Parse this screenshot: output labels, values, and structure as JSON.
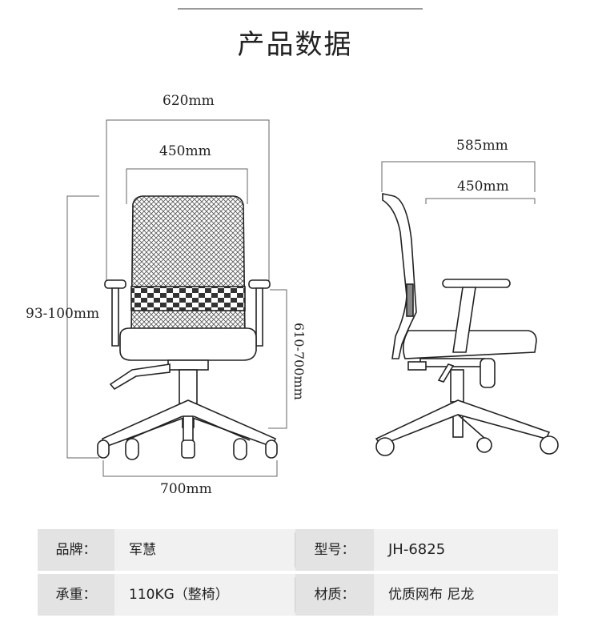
{
  "header": {
    "title": "产品数据"
  },
  "dimensions": {
    "front_total_width": "620mm",
    "front_back_width": "450mm",
    "front_height": "93-100mm",
    "front_seat_height": "610-700mm",
    "front_base_width": "700mm",
    "side_depth": "585mm",
    "side_seat_depth": "450mm"
  },
  "specs": {
    "brand_label": "品牌：",
    "brand_value": "军慧",
    "model_label": "型号：",
    "model_value": "JH-6825",
    "load_label": "承重：",
    "load_value": "110KG（整椅）",
    "material_label": "材质：",
    "material_value": "优质网布  尼龙"
  }
}
